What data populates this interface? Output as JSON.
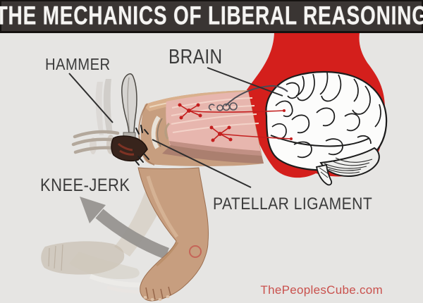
{
  "title": {
    "text": "THE MECHANICS OF LIBERAL REASONING"
  },
  "labels": {
    "hammer": "HAMMER",
    "brain": "BRAIN",
    "knee_jerk": "KNEE-JERK",
    "patellar_ligament": "PATELLAR LIGAMENT"
  },
  "footer": {
    "site_credit": "ThePeoplesCube.com"
  },
  "colors": {
    "background": "#e6e5e3",
    "header_bar": "#3a3533",
    "header_border": "#151210",
    "title_text": "#f5f4f2",
    "red_figure": "#d41f1c",
    "label_text": "#3b3b3b",
    "footer_text": "#c9514d",
    "arrow_gray": "#95928f",
    "skin": "#c79e7f",
    "muscle_pink": "#e7b6ae",
    "nerve_red": "#c41e1e"
  },
  "figure": {
    "name": "knee-jerk-reflex-diagram",
    "parts": [
      "red-trousers-buttocks",
      "brain-illustration",
      "thigh-muscle-cross-section",
      "nerve-endings",
      "muscle-spindle-coil",
      "reflex-hammer",
      "hammer-motion-arcs",
      "knee",
      "lower-leg-foot",
      "ghost-foot-motion",
      "kick-direction-arrow"
    ]
  }
}
